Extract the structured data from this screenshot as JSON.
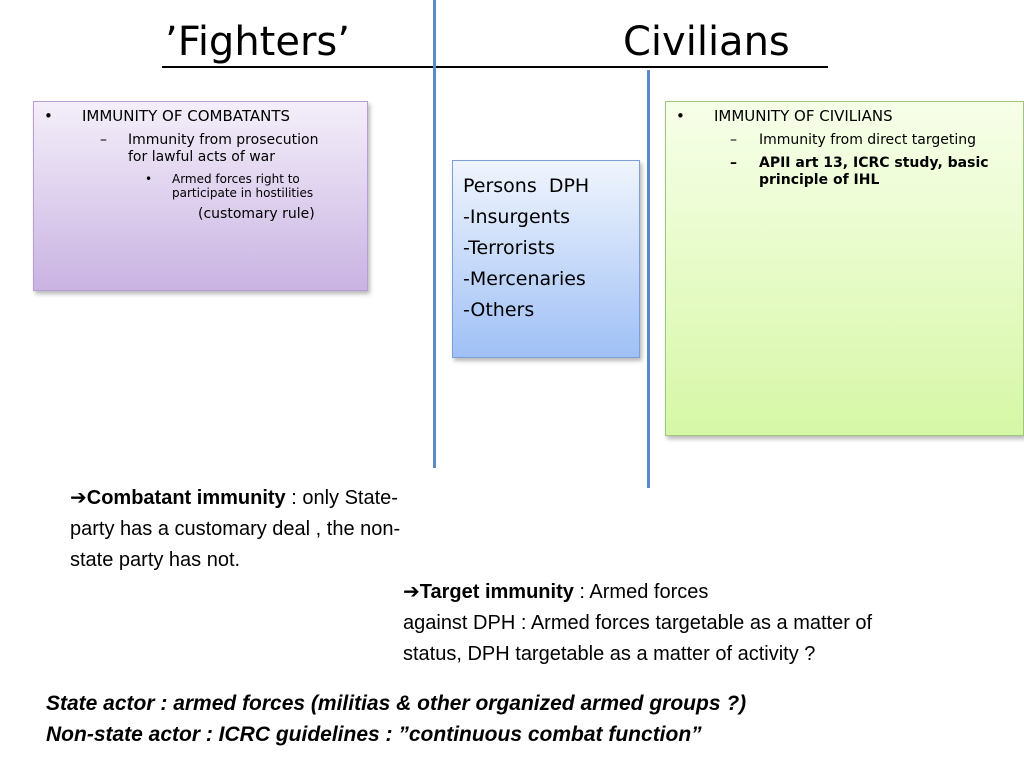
{
  "header": {
    "left_title": "’Fighters’",
    "right_title": "Civilians"
  },
  "left_box": {
    "bullet": "•",
    "heading": "IMMUNITY OF COMBATANTS",
    "dash": "–",
    "sub_line1": "Immunity from prosecution",
    "sub_line2": "for lawful acts of war",
    "subsub_line1": "Armed forces right to",
    "subsub_line2": "participate in hostilities",
    "note": "(customary rule)"
  },
  "middle_box": {
    "items": [
      "Persons  DPH",
      "-Insurgents",
      "-Terrorists",
      "-Mercenaries",
      "-Others"
    ]
  },
  "right_box": {
    "bullet": "•",
    "heading": "IMMUNITY OF CIVILIANS",
    "dash": "–",
    "sub1": "Immunity from direct targeting",
    "sub2_line1": "APII art 13, ICRC study, basic",
    "sub2_line2": "principle of IHL"
  },
  "notes": {
    "arrow": "➔",
    "combatant_bold": "Combatant immunity",
    "combatant_line1_rest": " : only State-",
    "combatant_line2": "party has a customary deal , the non-",
    "combatant_line3": "state party has not.",
    "target_bold": "Target immunity",
    "target_line1_rest": " : Armed forces",
    "target_line2": "against DPH : Armed forces targetable as a matter of",
    "target_line3": "status, DPH targetable as a matter of activity ?",
    "state_actor": "State actor : armed forces (militias & other organized armed groups ?)",
    "non_state_actor": "Non-state actor : ICRC guidelines :  ”continuous combat function”"
  }
}
